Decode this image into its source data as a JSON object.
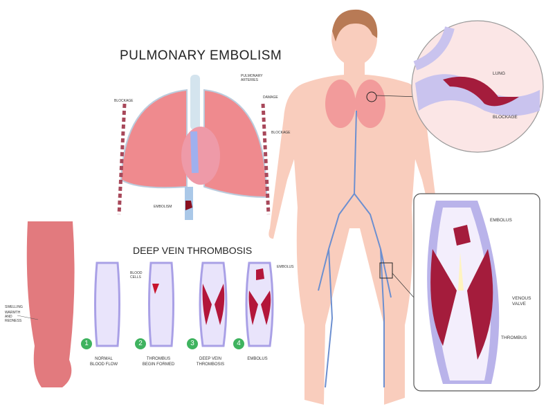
{
  "pe": {
    "title": "PULMONARY EMBOLISM",
    "labels": {
      "blockage_left": "BLOCKAGE",
      "pulmonary_arteries": "PULMONARY ARTERIES",
      "damage": "DAMAGE",
      "blockage_right": "BLOCKAGE",
      "embolism": "EMBOLISM"
    }
  },
  "lung_inset": {
    "lung": "LUNG",
    "blockage": "BLOCKAGE"
  },
  "vein_inset": {
    "embolus": "EMBOLUS",
    "venous_valve": "VENOUS VALVE",
    "thrombus": "THROMBUS"
  },
  "leg": {
    "swelling": "SWELLING",
    "warmth": "WARMTH AND REDNESS"
  },
  "dvt": {
    "title": "DEEP VEIN THROMBOSIS",
    "blood_cells": "BLOOD CELLS",
    "embolus_small": "EMBOLUS",
    "stages": [
      {
        "num": "1",
        "label": "NORMAL BLOOD FLOW"
      },
      {
        "num": "2",
        "label": "THROMBUS BEGIN FORMED"
      },
      {
        "num": "3",
        "label": "DEEP VEIN THROMBOSIS"
      },
      {
        "num": "4",
        "label": "EMBOLUS"
      }
    ]
  },
  "colors": {
    "skin": "#f7c4b4",
    "lung": "#ef8a8e",
    "vessel": "#b9b3ea",
    "clot": "#b3163a",
    "badge": "#3fb35f"
  }
}
